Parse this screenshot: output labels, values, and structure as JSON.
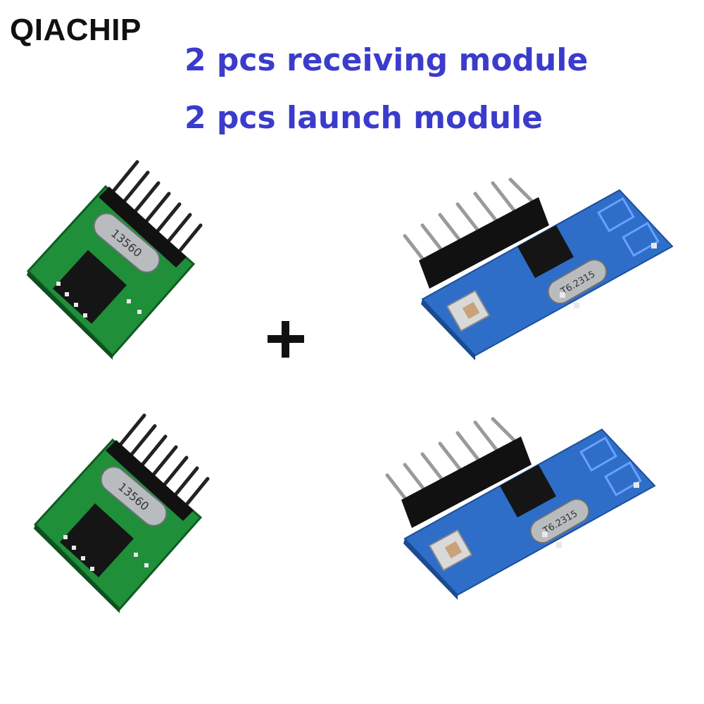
{
  "brand": "QIACHIP",
  "headline": {
    "line1": "2 pcs receiving module",
    "line2": "2 pcs launch module"
  },
  "receiver_crystal_label": "13560",
  "launcher_crystal_label": "T6.2315",
  "colors": {
    "headline": "#3b3bcc",
    "receiver_pcb": "#1f8f3a",
    "launcher_pcb": "#2e6ec9"
  }
}
